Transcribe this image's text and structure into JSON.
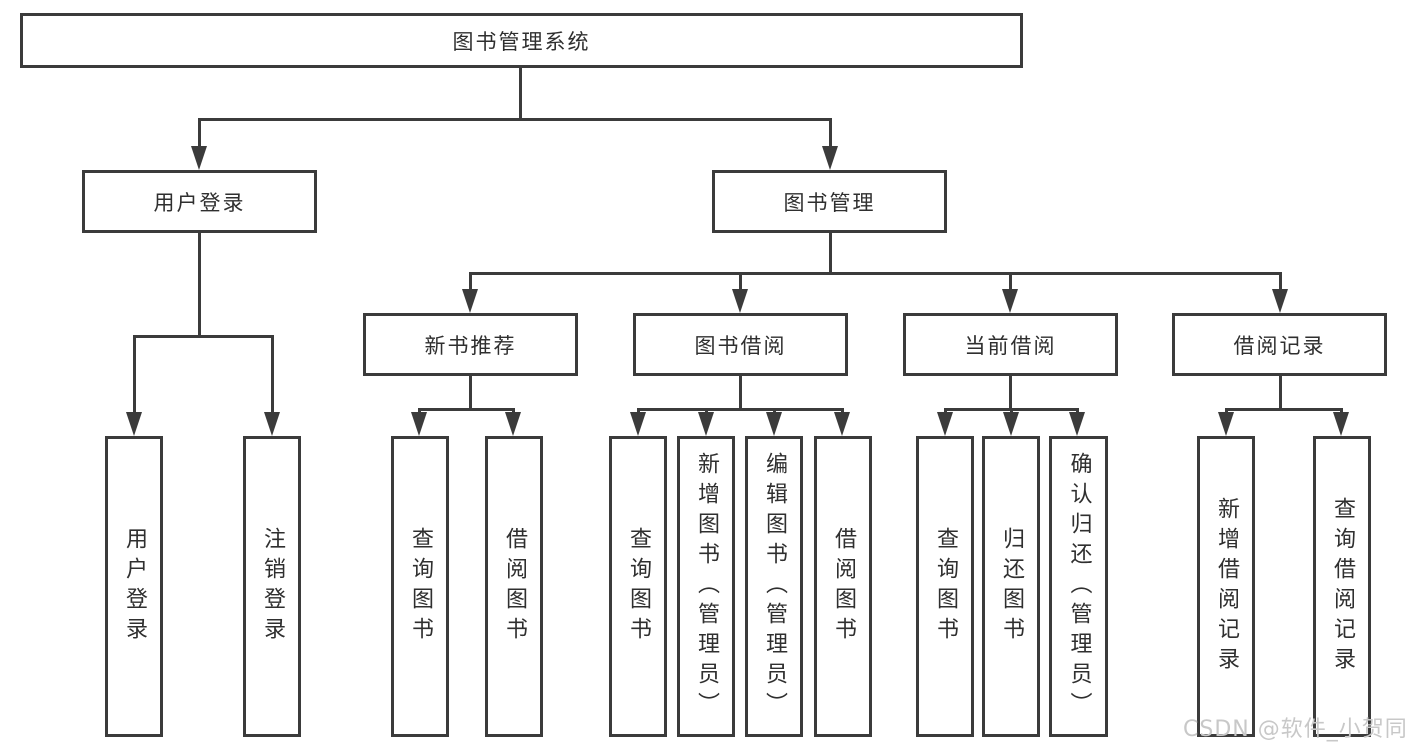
{
  "tree": {
    "label": "图书管理系统",
    "children": [
      {
        "label": "用户登录",
        "children": [
          {
            "label": "用户登录"
          },
          {
            "label": "注销登录"
          }
        ]
      },
      {
        "label": "图书管理",
        "children": [
          {
            "label": "新书推荐",
            "children": [
              {
                "label": "查询图书"
              },
              {
                "label": "借阅图书"
              }
            ]
          },
          {
            "label": "图书借阅",
            "children": [
              {
                "label": "查询图书"
              },
              {
                "label": "新增图书（管理员）"
              },
              {
                "label": "编辑图书（管理员）"
              },
              {
                "label": "借阅图书"
              }
            ]
          },
          {
            "label": "当前借阅",
            "children": [
              {
                "label": "查询图书"
              },
              {
                "label": "归还图书"
              },
              {
                "label": "确认归还（管理员）"
              }
            ]
          },
          {
            "label": "借阅记录",
            "children": [
              {
                "label": "新增借阅记录"
              },
              {
                "label": "查询借阅记录"
              }
            ]
          }
        ]
      }
    ]
  },
  "watermark": "CSDN @软件_小贺同学",
  "colors": {
    "line": "#3b3b3b",
    "text": "#2f2f2f",
    "background": "#ffffff",
    "watermark": "#c8c8c8"
  }
}
